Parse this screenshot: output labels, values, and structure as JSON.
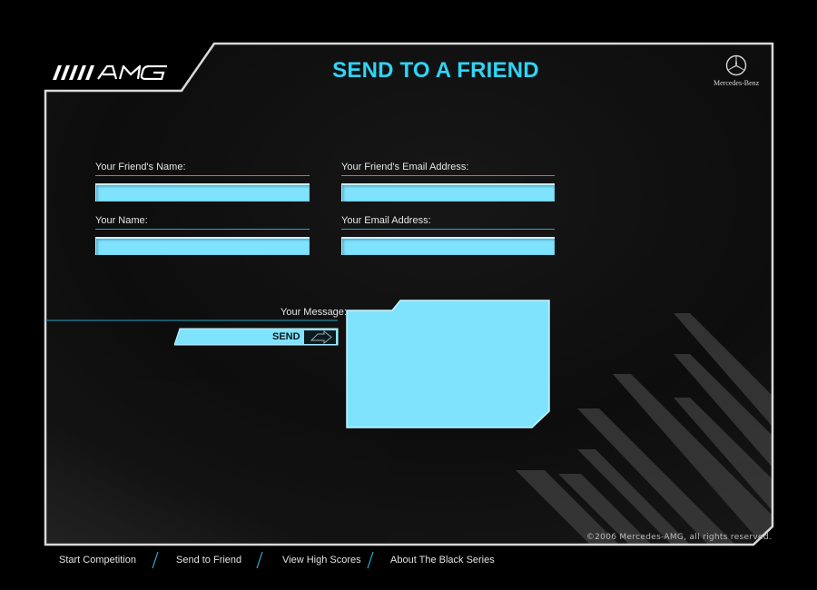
{
  "header": {
    "brand_logo": "AMG",
    "title": "SEND TO A FRIEND",
    "partner_logo": "Mercedes-Benz"
  },
  "form": {
    "friend_name_label": "Your Friend's Name:",
    "friend_email_label": "Your Friend's Email Address:",
    "your_name_label": "Your Name:",
    "your_email_label": "Your Email Address:",
    "message_label": "Your Message:",
    "friend_name_value": "",
    "friend_email_value": "",
    "your_name_value": "",
    "your_email_value": "",
    "message_value": "",
    "send_label": "SEND"
  },
  "footer": {
    "copyright": "©2006 Mercedes-AMG, all rights reserved."
  },
  "nav": {
    "items": [
      {
        "label": "Start Competition"
      },
      {
        "label": "Send to Friend"
      },
      {
        "label": "View High Scores"
      },
      {
        "label": "About The Black Series"
      }
    ]
  },
  "colors": {
    "accent": "#2fd4f6",
    "field_fill": "#80e3fd",
    "frame": "#d9d9d9",
    "background": "#000000"
  },
  "icons": {
    "send": "arrow-right-icon",
    "partner": "mercedes-star-icon",
    "separator": "slash-separator-icon"
  }
}
